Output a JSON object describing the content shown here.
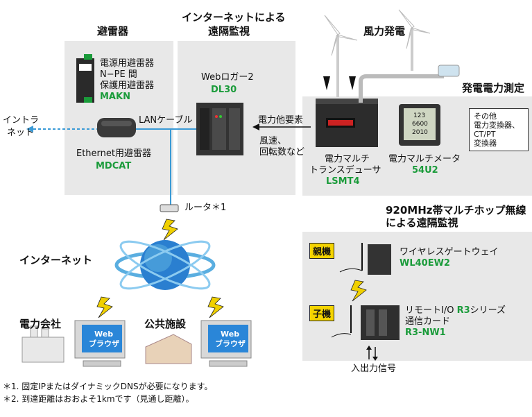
{
  "sections": {
    "surge": "避雷器",
    "remote": [
      "インターネットによる",
      "遠隔監視"
    ],
    "wind": "風力発電",
    "measure": "発電電力測定",
    "wireless": [
      "920MHz帯マルチホップ無線",
      "による遠隔監視"
    ]
  },
  "surge_protector": {
    "lines": [
      "電源用避雷器",
      "N−PE 間",
      "保護用避雷器"
    ],
    "model": "MAKN"
  },
  "eth_protector": {
    "label": "Ethernet用避雷器",
    "model": "MDCAT"
  },
  "lan_cable": "LANケーブル",
  "intranet": [
    "イントラ",
    "ネット"
  ],
  "logger": {
    "label": "Webロガー2",
    "model": "DL30"
  },
  "signals": {
    "power_elements": "電力他要素",
    "other": [
      "風速、",
      "回転数など"
    ]
  },
  "transducer": {
    "lines": [
      "電力マルチ",
      "トランスデューサ"
    ],
    "model": "LSMT4"
  },
  "meter": {
    "label": "電力マルチメータ",
    "model": "54U2",
    "display": [
      "123",
      "6600",
      "2010"
    ]
  },
  "other_note": [
    "その他",
    "電力変換器、",
    "CT/PT",
    "変換器"
  ],
  "router": "ルータ＊1",
  "internet": "インターネット",
  "power_company": "電力会社",
  "public_facility": "公共施設",
  "browser": [
    "Web",
    "ブラウザ"
  ],
  "parent": {
    "badge": "親機",
    "label": "ワイヤレスゲートウェイ",
    "model": "WL40EW2"
  },
  "child": {
    "badge": "子機",
    "line1_prefix": "リモートI/O ",
    "line1_model": "R3",
    "line1_suffix": "シリーズ",
    "line2": "通信カード",
    "model": "R3-NW1"
  },
  "io_signal": "入出力信号",
  "footnotes": [
    "＊1. 固定IPまたはダイナミックDNSが必要になります。",
    "＊2. 到達距離はおおよそ1kmです（見通し距離）。"
  ],
  "colors": {
    "panel": "#e8e8e8",
    "model_green": "#1a9b3a",
    "badge_yellow": "#f5d400",
    "link_blue": "#3a9ad6"
  }
}
